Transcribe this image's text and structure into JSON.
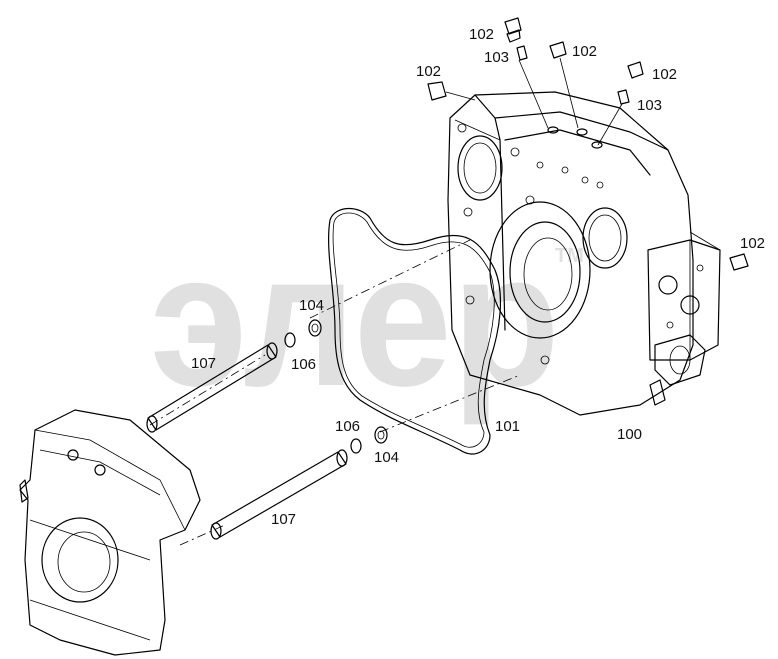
{
  "watermark": {
    "text": "элер",
    "mark": "TM",
    "color": "#c8c8c8"
  },
  "labels": [
    {
      "id": "l102a",
      "text": "102"
    },
    {
      "id": "l103a",
      "text": "103"
    },
    {
      "id": "l102b",
      "text": "102"
    },
    {
      "id": "l102c",
      "text": "102"
    },
    {
      "id": "l102d",
      "text": "102"
    },
    {
      "id": "l103b",
      "text": "103"
    },
    {
      "id": "l102e",
      "text": "102"
    },
    {
      "id": "l104a",
      "text": "104"
    },
    {
      "id": "l107a",
      "text": "107"
    },
    {
      "id": "l106a",
      "text": "106"
    },
    {
      "id": "l106b",
      "text": "106"
    },
    {
      "id": "l101",
      "text": "101"
    },
    {
      "id": "l100",
      "text": "100"
    },
    {
      "id": "l104b",
      "text": "104"
    },
    {
      "id": "l107b",
      "text": "107"
    }
  ],
  "colors": {
    "line": "#000000",
    "background": "#ffffff"
  }
}
